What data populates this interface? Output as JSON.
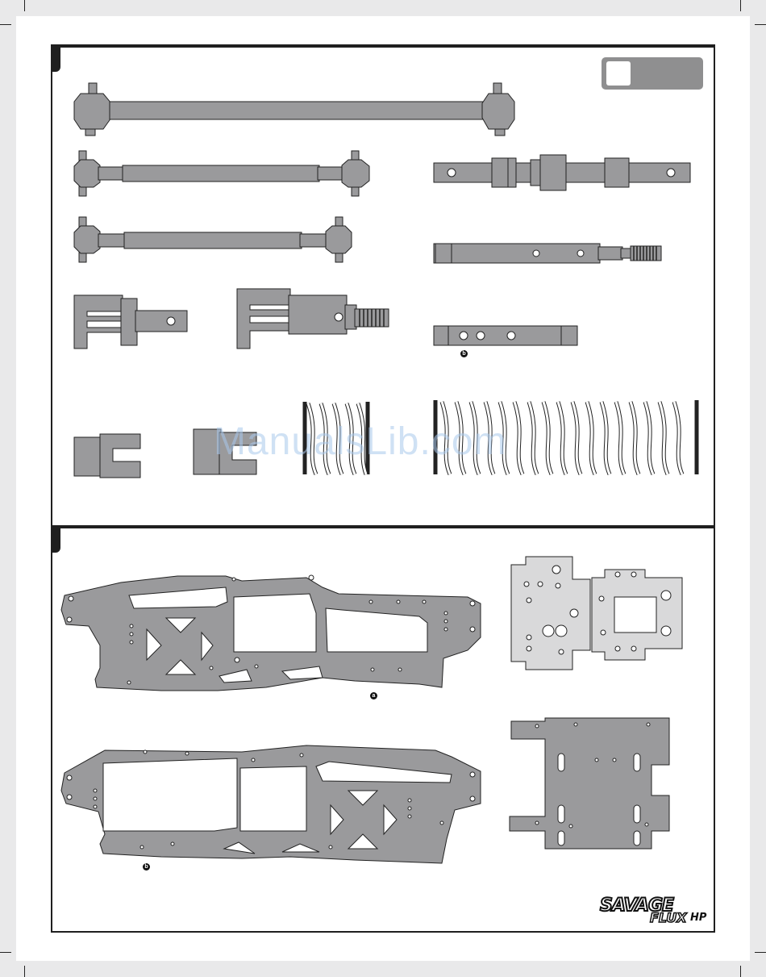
{
  "page": {
    "watermark": "ManualsLib.com",
    "badge_text": "",
    "callouts": {
      "a": "a",
      "b1": "b",
      "b2": "b"
    },
    "logo": {
      "line1": "SAVAGE",
      "line2": "FLUX",
      "line3": "HP"
    }
  },
  "colors": {
    "part_fill": "#9a9a9c",
    "plate_fill": "#d9d9da",
    "outline": "#222222"
  }
}
